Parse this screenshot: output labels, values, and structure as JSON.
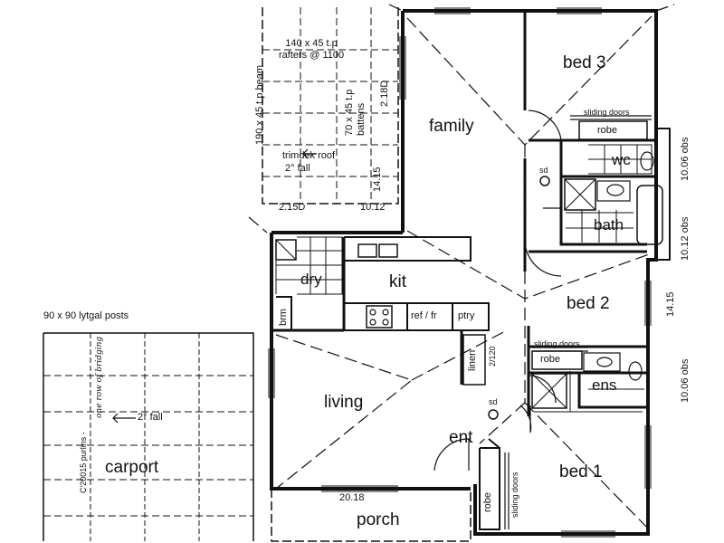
{
  "rooms": {
    "family": "family",
    "bed3": "bed 3",
    "bed2": "bed 2",
    "bed1": "bed 1",
    "kit": "kit",
    "living": "living",
    "ent": "ent",
    "porch": "porch",
    "carport": "carport",
    "bath": "bath",
    "wc": "wc",
    "ens": "ens",
    "dry": "dry"
  },
  "fixtures": {
    "robe": "robe",
    "sliding_doors": "sliding doors",
    "linen": "linen",
    "ref_fr": "ref / fr",
    "ptry": "ptry",
    "brm": "brm",
    "sd": "sd"
  },
  "annotations": {
    "rafters": "140 x 45 t.p\nrafters @ 1100",
    "beam": "190 x 45 t.p beam",
    "battens": "70 x 45 t.p\nbattens",
    "roof": "trimdek roof",
    "fall": "2° fall",
    "dim_218": "2.18D",
    "dim_215": "2.15D",
    "dim_1012": "10.12",
    "dim_1415_pergola": "14.15",
    "posts": "90 x 90 lytgal posts",
    "purlins_a": "C'20015 purlins -",
    "purlins_b": "one row of bridging",
    "dim_2018": "20.18",
    "dim_1006_top": "10.06 obs",
    "dim_1012_obs": "10.12 obs",
    "dim_1415_right": "14.15",
    "dim_1006_bottom": "10.06 obs",
    "dim_2120": "2/120"
  }
}
